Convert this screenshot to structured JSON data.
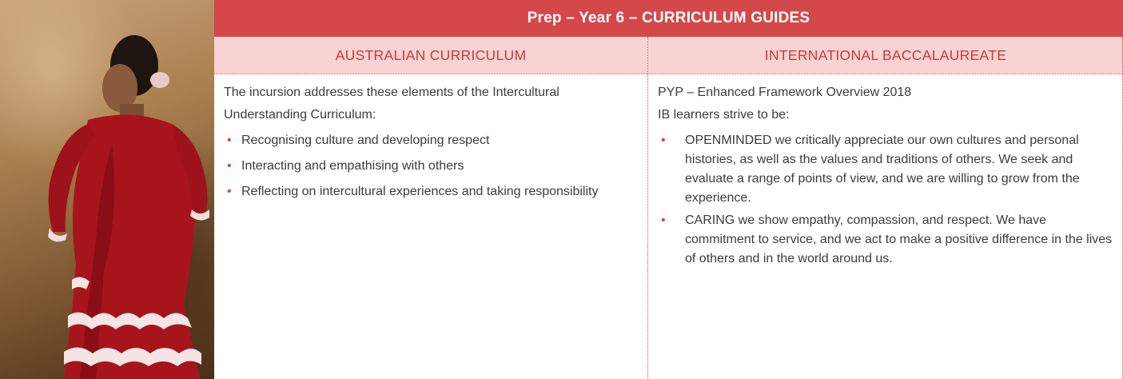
{
  "header": {
    "title": "Prep – Year 6 – CURRICULUM GUIDES"
  },
  "columns": {
    "left": {
      "heading": "AUSTRALIAN CURRICULUM",
      "intro": "The incursion addresses these elements of the Intercultural Understanding Curriculum:",
      "bullets": [
        "Recognising culture and developing respect",
        "Interacting and empathising with others",
        "Reflecting on intercultural experiences and taking responsibility"
      ]
    },
    "right": {
      "heading": "INTERNATIONAL BACCALAUREATE",
      "intro": "PYP – Enhanced Framework Overview 2018",
      "subline": "IB learners strive to be:",
      "bullets": [
        "OPENMINDED we critically appreciate our own cultures and personal histories, as well as the values and traditions of others. We seek and evaluate a range of points of view, and we are willing to grow from the experience.",
        "CARING we show empathy, compassion, and respect. We have commitment to service, and we act to make a positive difference in the lives of others and in the world around us."
      ]
    }
  },
  "bullet_glyph": "•",
  "colors": {
    "accent": "#d4484a",
    "heading_bg": "#f7d3d3",
    "heading_text": "#c8393b"
  }
}
